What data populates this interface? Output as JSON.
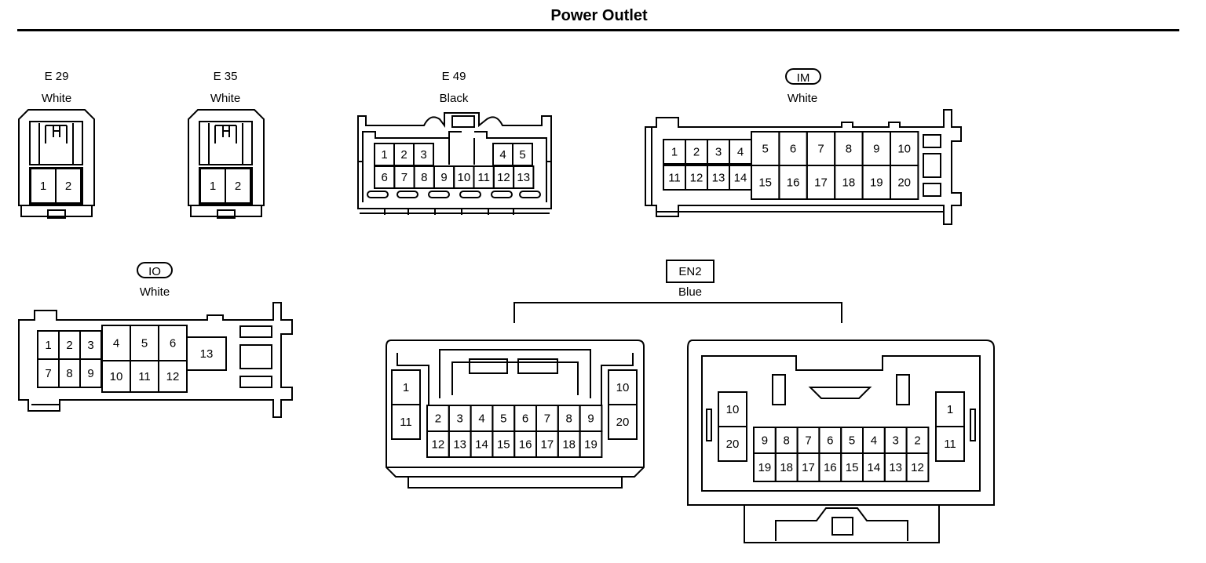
{
  "title": "Power Outlet",
  "connectors": {
    "e29": {
      "code": "E 29",
      "color": "White",
      "rows": [
        [
          "1",
          "2"
        ]
      ]
    },
    "e35": {
      "code": "E 35",
      "color": "White",
      "rows": [
        [
          "1",
          "2"
        ]
      ]
    },
    "e49": {
      "code": "E 49",
      "color": "Black",
      "rows": [
        [
          "1",
          "2",
          "3",
          "",
          "",
          "",
          "",
          "4",
          "5"
        ],
        [
          "6",
          "7",
          "8",
          "9",
          "10",
          "11",
          "12",
          "13"
        ]
      ]
    },
    "im": {
      "code": "IM",
      "color": "White",
      "rows": [
        [
          "1",
          "2",
          "3",
          "4",
          "5",
          "6",
          "7",
          "8",
          "9",
          "10"
        ],
        [
          "11",
          "12",
          "13",
          "14",
          "15",
          "16",
          "17",
          "18",
          "19",
          "20"
        ]
      ]
    },
    "io": {
      "code": "IO",
      "color": "White",
      "rows": [
        [
          "1",
          "2",
          "3",
          "4",
          "5",
          "6",
          "13"
        ],
        [
          "7",
          "8",
          "9",
          "10",
          "11",
          "12"
        ]
      ]
    },
    "en2": {
      "code": "EN2",
      "color": "Blue",
      "left": {
        "side_left": [
          "1",
          "11"
        ],
        "side_right": [
          "10",
          "20"
        ],
        "top": [
          "2",
          "3",
          "4",
          "5",
          "6",
          "7",
          "8",
          "9"
        ],
        "bottom": [
          "12",
          "13",
          "14",
          "15",
          "16",
          "17",
          "18",
          "19"
        ]
      },
      "right": {
        "side_left": [
          "10",
          "20"
        ],
        "side_right": [
          "1",
          "11"
        ],
        "top": [
          "9",
          "8",
          "7",
          "6",
          "5",
          "4",
          "3",
          "2"
        ],
        "bottom": [
          "19",
          "18",
          "17",
          "16",
          "15",
          "14",
          "13",
          "12"
        ]
      }
    }
  }
}
